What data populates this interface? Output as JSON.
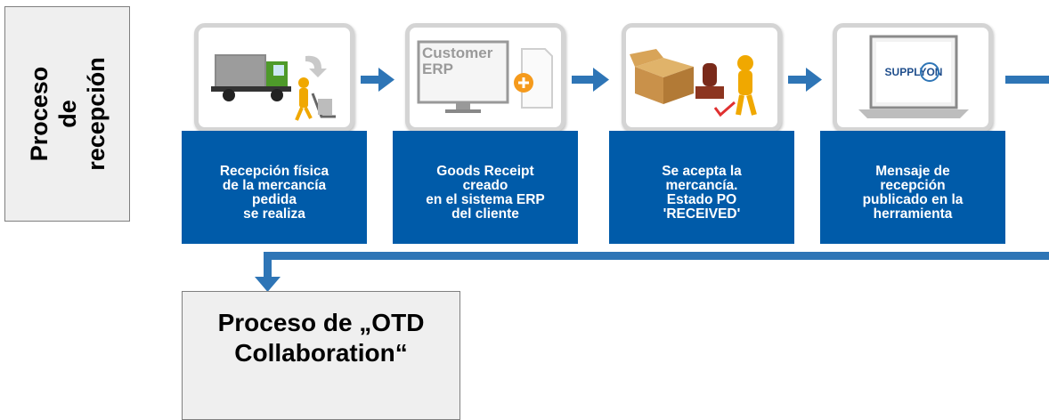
{
  "side_label": {
    "text": "Proceso de\nrecepción"
  },
  "steps": [
    {
      "text": "Recepción física\nde la mercancía\npedida\nse realiza",
      "icon": "truck-worker-icon"
    },
    {
      "text": "Goods Receipt\ncreado\nen el sistema ERP\ndel cliente",
      "icon": "customer-erp-icon",
      "screen_text": "Customer\nERP"
    },
    {
      "text": "Se acepta la\nmercancía.\nEstado PO\n'RECEIVED'",
      "icon": "box-stamp-icon"
    },
    {
      "text": "Mensaje de\nrecepción\npublicado en la\nherramienta",
      "icon": "supplyon-laptop-icon",
      "screen_text": "SUPPLYON"
    }
  ],
  "bottom_box": {
    "text": "Proceso de „OTD\nCollaboration“"
  },
  "colors": {
    "band": "#005ba9",
    "arrow": "#2e75b6",
    "box_fill": "#efefef",
    "box_border": "#7f7f7f"
  }
}
